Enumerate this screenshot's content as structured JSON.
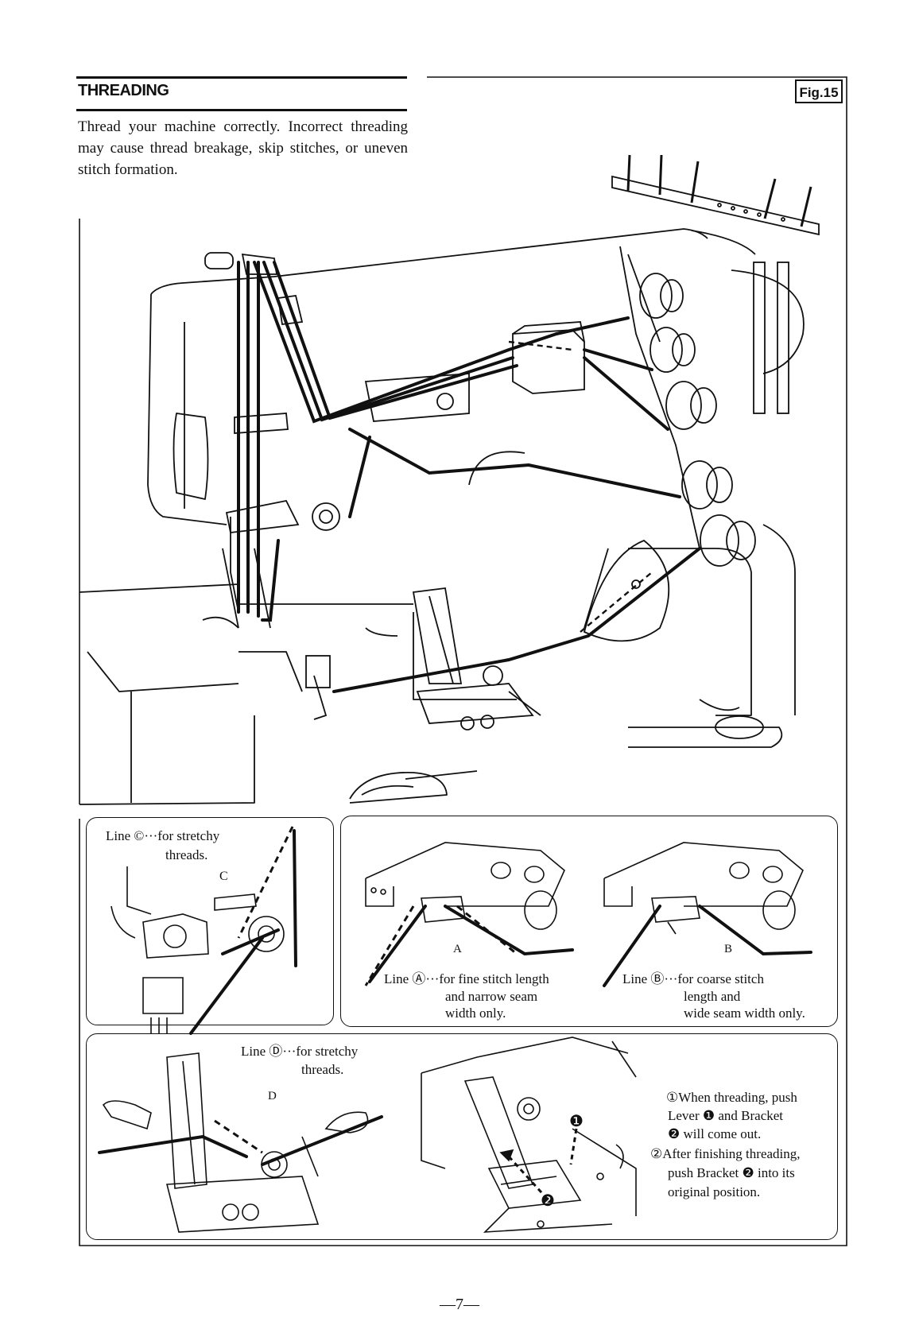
{
  "header": {
    "title": "THREADING",
    "intro": "Thread your machine correctly.  Incorrect threading may cause thread breakage, skip stitches, or uneven stitch formation.",
    "fig_label": "Fig.15"
  },
  "insets": {
    "line_c": {
      "l1": "Line ©···for stretchy",
      "l2": "threads.",
      "marker": "C"
    },
    "line_a": {
      "l1": "Line Ⓐ···for fine stitch length",
      "l2": "and narrow seam",
      "l3": "width only.",
      "marker": "A"
    },
    "line_b": {
      "l1": "Line Ⓑ···for coarse stitch",
      "l2": "length and",
      "l3": "wide seam width only.",
      "marker": "B"
    },
    "line_d": {
      "l1": "Line Ⓓ···for stretchy",
      "l2": "threads.",
      "marker": "D"
    }
  },
  "instructions": {
    "step1_l1": "①When  threading,  push",
    "step1_l2": "Lever ❶ and Bracket",
    "step1_l3": "❷ will come out.",
    "step2_l1": "②After finishing threading,",
    "step2_l2": "push Bracket ❷ into its",
    "step2_l3": "original position.",
    "marker1": "❶",
    "marker2": "❷"
  },
  "footer": {
    "page": "—7—"
  }
}
